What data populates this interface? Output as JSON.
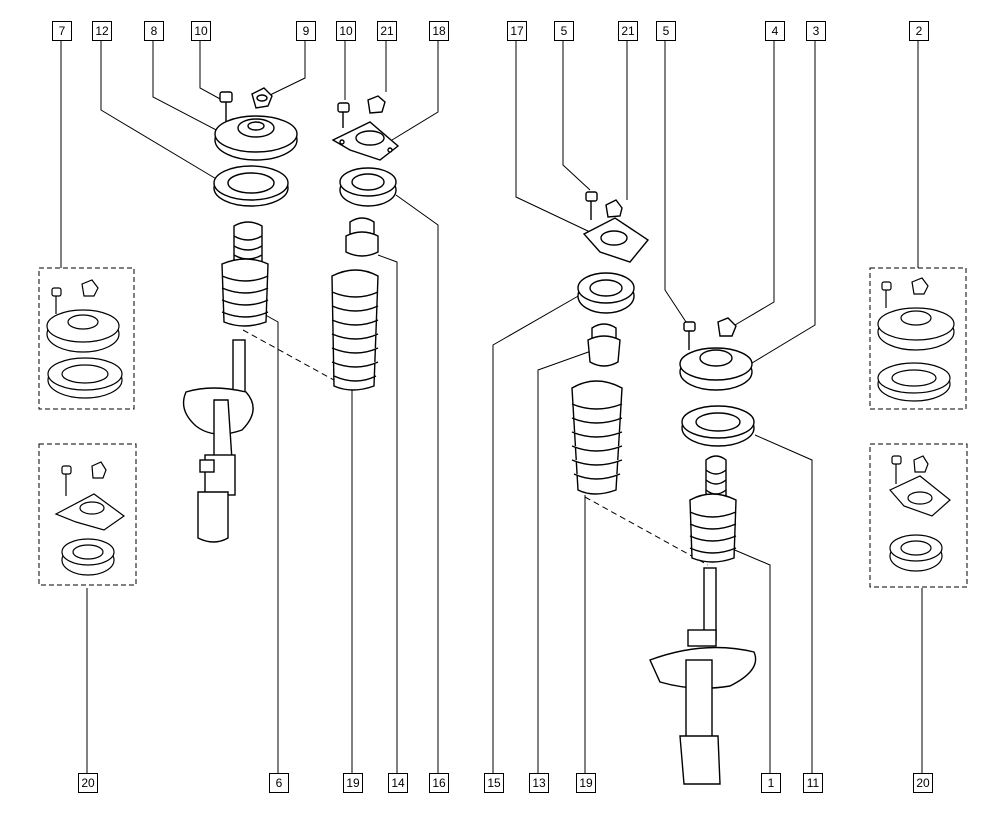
{
  "diagram": {
    "callouts_top": [
      "7",
      "12",
      "8",
      "10",
      "9",
      "10",
      "21",
      "18",
      "17",
      "5",
      "21",
      "5",
      "4",
      "3",
      "2"
    ],
    "callouts_bottom": [
      "20",
      "6",
      "19",
      "14",
      "16",
      "15",
      "13",
      "19",
      "1",
      "11",
      "20"
    ]
  }
}
